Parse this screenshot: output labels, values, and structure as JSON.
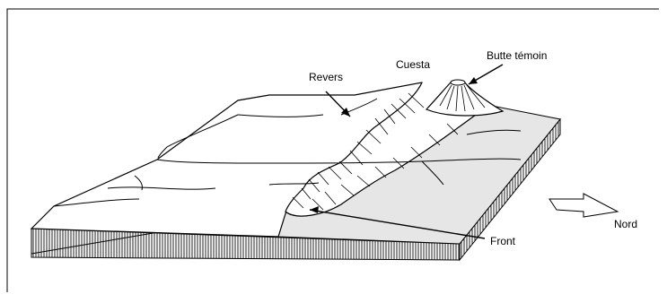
{
  "labels": {
    "revers": "Revers",
    "cuesta": "Cuesta",
    "butte": "Butte témoin",
    "front": "Front",
    "nord": "Nord"
  },
  "colors": {
    "line": "#000000",
    "plateau": "#ffffff",
    "lowland": "#e6e6e6",
    "strata": "#333333"
  }
}
